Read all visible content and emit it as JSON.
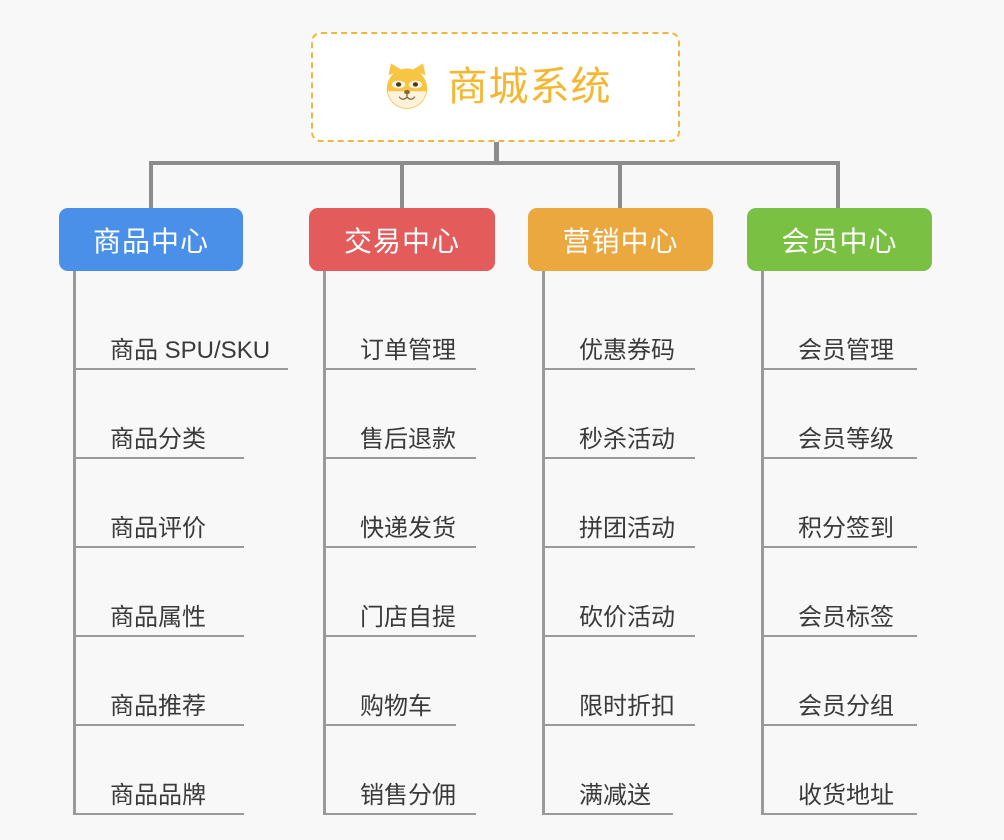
{
  "background_color": "#f8f8f8",
  "root": {
    "title": "商城系统",
    "icon": "shiba-dog-emoji",
    "text_color": "#f5b731",
    "border_color": "#f0b73f",
    "fill_color": "#ffffff"
  },
  "connector_color": "#8c8c8c",
  "columns": [
    {
      "header": "商品中心",
      "color": "#4a90e8",
      "items": [
        "商品 SPU/SKU",
        "商品分类",
        "商品评价",
        "商品属性",
        "商品推荐",
        "商品品牌"
      ]
    },
    {
      "header": "交易中心",
      "color": "#e35b5b",
      "items": [
        "订单管理",
        "售后退款",
        "快递发货",
        "门店自提",
        "购物车",
        "销售分佣"
      ]
    },
    {
      "header": "营销中心",
      "color": "#eaa83e",
      "items": [
        "优惠券码",
        "秒杀活动",
        "拼团活动",
        "砍价活动",
        "限时折扣",
        "满减送"
      ]
    },
    {
      "header": "会员中心",
      "color": "#7ac143",
      "items": [
        "会员管理",
        "会员等级",
        "积分签到",
        "会员标签",
        "会员分组",
        "收货地址"
      ]
    }
  ]
}
